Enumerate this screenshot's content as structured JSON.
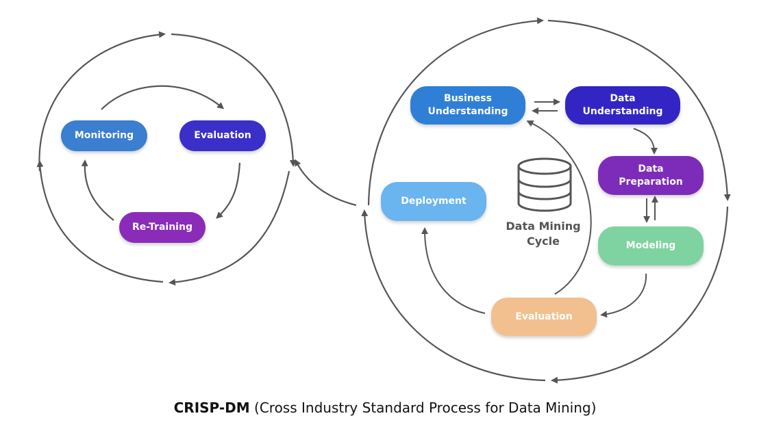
{
  "colors": {
    "monitoring": "#3a7fd0",
    "evaluation_left": "#3a2fc8",
    "retraining": "#8a2cb8",
    "business": "#2f7fd6",
    "data_understanding": "#3325c4",
    "data_preparation": "#7d2cb9",
    "modeling": "#7ed3a0",
    "evaluation_right": "#f2c08f",
    "deployment": "#6ab4ef",
    "arrows": "#555555"
  },
  "left_cycle": {
    "monitoring": "Monitoring",
    "evaluation": "Evaluation",
    "retraining": "Re-Training"
  },
  "right_cycle": {
    "business_line1": "Business",
    "business_line2": "Understanding",
    "data_understanding_line1": "Data",
    "data_understanding_line2": "Understanding",
    "data_preparation_line1": "Data",
    "data_preparation_line2": "Preparation",
    "modeling": "Modeling",
    "evaluation": "Evaluation",
    "deployment": "Deployment",
    "center_line1": "Data Mining",
    "center_line2": "Cycle",
    "center_icon": "database-icon"
  },
  "caption": {
    "bold_part": "CRISP-DM",
    "rest": " (Cross Industry Standard Process for Data Mining)"
  }
}
